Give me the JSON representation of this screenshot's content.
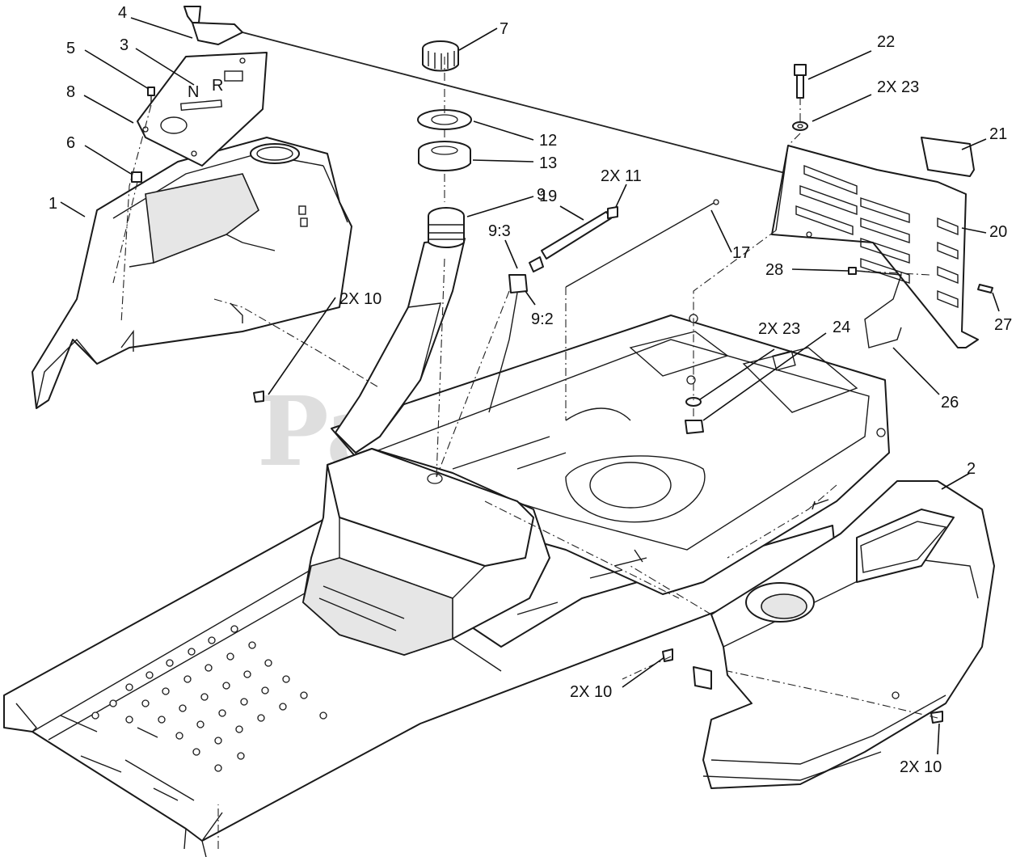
{
  "watermark": {
    "text": "PartsTree",
    "trademark": "TM"
  },
  "callouts": [
    {
      "id": "c1",
      "label": "1"
    },
    {
      "id": "c2",
      "label": "2"
    },
    {
      "id": "c3",
      "label": "3"
    },
    {
      "id": "c4",
      "label": "4"
    },
    {
      "id": "c5",
      "label": "5"
    },
    {
      "id": "c6",
      "label": "6"
    },
    {
      "id": "c7",
      "label": "7"
    },
    {
      "id": "c8",
      "label": "8"
    },
    {
      "id": "c9",
      "label": "9"
    },
    {
      "id": "c9_3",
      "label": "9:3"
    },
    {
      "id": "c9_2",
      "label": "9:2"
    },
    {
      "id": "c10a",
      "label": "2X 10"
    },
    {
      "id": "c10b",
      "label": "2X 10"
    },
    {
      "id": "c10c",
      "label": "2X 10"
    },
    {
      "id": "c11",
      "label": "2X  11"
    },
    {
      "id": "c12",
      "label": "12"
    },
    {
      "id": "c13",
      "label": "13"
    },
    {
      "id": "c17",
      "label": "17"
    },
    {
      "id": "c19",
      "label": "19"
    },
    {
      "id": "c20",
      "label": "20"
    },
    {
      "id": "c21",
      "label": "21"
    },
    {
      "id": "c22",
      "label": "22"
    },
    {
      "id": "c23a",
      "label": "2X  23"
    },
    {
      "id": "c23b",
      "label": "2X 23"
    },
    {
      "id": "c24",
      "label": "24"
    },
    {
      "id": "c26",
      "label": "26"
    },
    {
      "id": "c27",
      "label": "27"
    },
    {
      "id": "c28",
      "label": "28"
    }
  ],
  "plate_markings": {
    "n": "N",
    "r": "R"
  }
}
